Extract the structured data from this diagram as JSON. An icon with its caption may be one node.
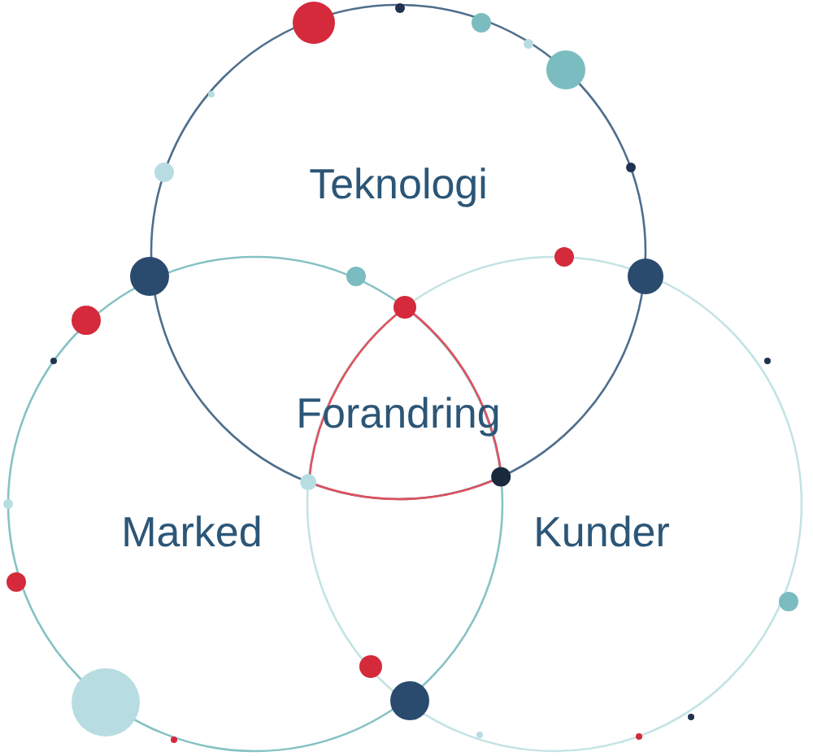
{
  "diagram": {
    "nodes": [
      {
        "text": [
          "Teknologi"
        ]
      },
      {
        "text": [
          "Marked"
        ]
      },
      {
        "text": [
          "Kunder"
        ]
      },
      {
        "text": [
          "Forandring"
        ]
      }
    ]
  }
}
